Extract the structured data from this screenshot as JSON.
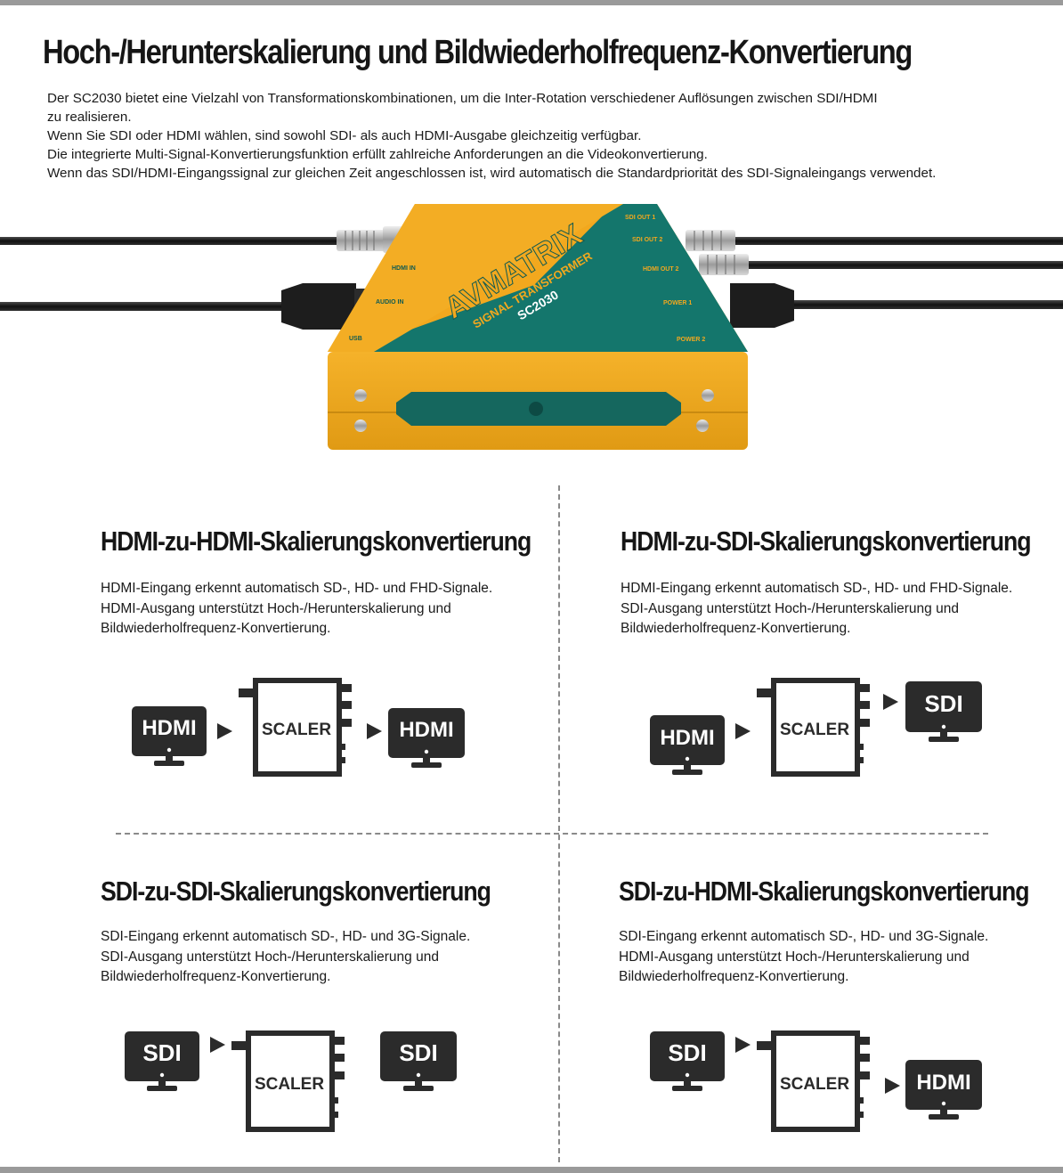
{
  "title": "Hoch-/Herunterskalierung und Bildwiederholfrequenz-Konvertierung",
  "intro": [
    "Der SC2030 bietet eine Vielzahl von Transformationskombinationen, um die Inter-Rotation verschiedener Auflösungen zwischen SDI/HDMI",
    "zu realisieren.",
    "Wenn Sie SDI oder HDMI wählen, sind sowohl SDI- als auch HDMI-Ausgabe gleichzeitig verfügbar.",
    "Die integrierte Multi-Signal-Konvertierungsfunktion erfüllt zahlreiche Anforderungen an die Videokonvertierung.",
    "Wenn das SDI/HDMI-Eingangssignal zur gleichen Zeit angeschlossen ist, wird automatisch die Standardpriorität des SDI-Signaleingangs verwendet."
  ],
  "device": {
    "brand": "AVMATRIX",
    "subtitle": "SIGNAL TRANSFORMER",
    "model": "SC2030",
    "ports_left": [
      "HDMI IN",
      "AUDIO IN",
      "USB"
    ],
    "ports_right": [
      "SDI OUT 1",
      "SDI OUT 2",
      "HDMI OUT 2",
      "POWER 1",
      "POWER 2"
    ],
    "colors": {
      "orange": "#f2a81e",
      "teal": "#14766c",
      "cable": "#222222"
    }
  },
  "quadrants": [
    {
      "title": "HDMI-zu-HDMI-Skalierungskonvertierung",
      "desc": [
        "HDMI-Eingang erkennt automatisch SD-, HD- und FHD-Signale.",
        "HDMI-Ausgang unterstützt Hoch-/Herunterskalierung und",
        "Bildwiederholfrequenz-Konvertierung."
      ],
      "input": "HDMI",
      "scaler": "SCALER",
      "output": "HDMI"
    },
    {
      "title": "HDMI-zu-SDI-Skalierungskonvertierung",
      "desc": [
        "HDMI-Eingang erkennt automatisch SD-, HD- und FHD-Signale.",
        "SDI-Ausgang unterstützt Hoch-/Herunterskalierung und",
        "Bildwiederholfrequenz-Konvertierung."
      ],
      "input": "HDMI",
      "scaler": "SCALER",
      "output": "SDI"
    },
    {
      "title": "SDI-zu-SDI-Skalierungskonvertierung",
      "desc": [
        "SDI-Eingang erkennt automatisch SD-, HD- und 3G-Signale.",
        "SDI-Ausgang unterstützt Hoch-/Herunterskalierung und",
        "Bildwiederholfrequenz-Konvertierung."
      ],
      "input": "SDI",
      "scaler": "SCALER",
      "output": "SDI"
    },
    {
      "title": "SDI-zu-HDMI-Skalierungskonvertierung",
      "desc": [
        "SDI-Eingang erkennt automatisch SD-, HD- und 3G-Signale.",
        "HDMI-Ausgang unterstützt Hoch-/Herunterskalierung und",
        "Bildwiederholfrequenz-Konvertierung."
      ],
      "input": "SDI",
      "scaler": "SCALER",
      "output": "HDMI"
    }
  ]
}
